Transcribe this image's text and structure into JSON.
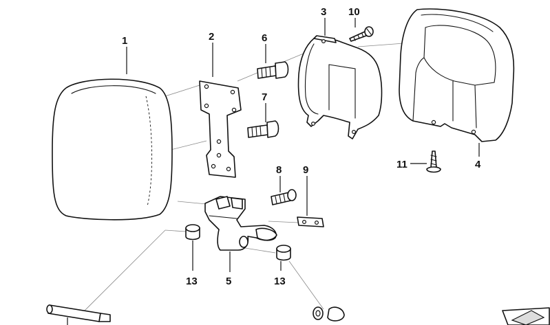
{
  "labels": {
    "l1": "1",
    "l2": "2",
    "l3": "3",
    "l4": "4",
    "l5": "5",
    "l6": "6",
    "l7": "7",
    "l8": "8",
    "l9": "9",
    "l10": "10",
    "l11": "11",
    "l13a": "13",
    "l13b": "13"
  },
  "colors": {
    "line": "#111111",
    "background": "#ffffff",
    "guide": "#888888"
  }
}
